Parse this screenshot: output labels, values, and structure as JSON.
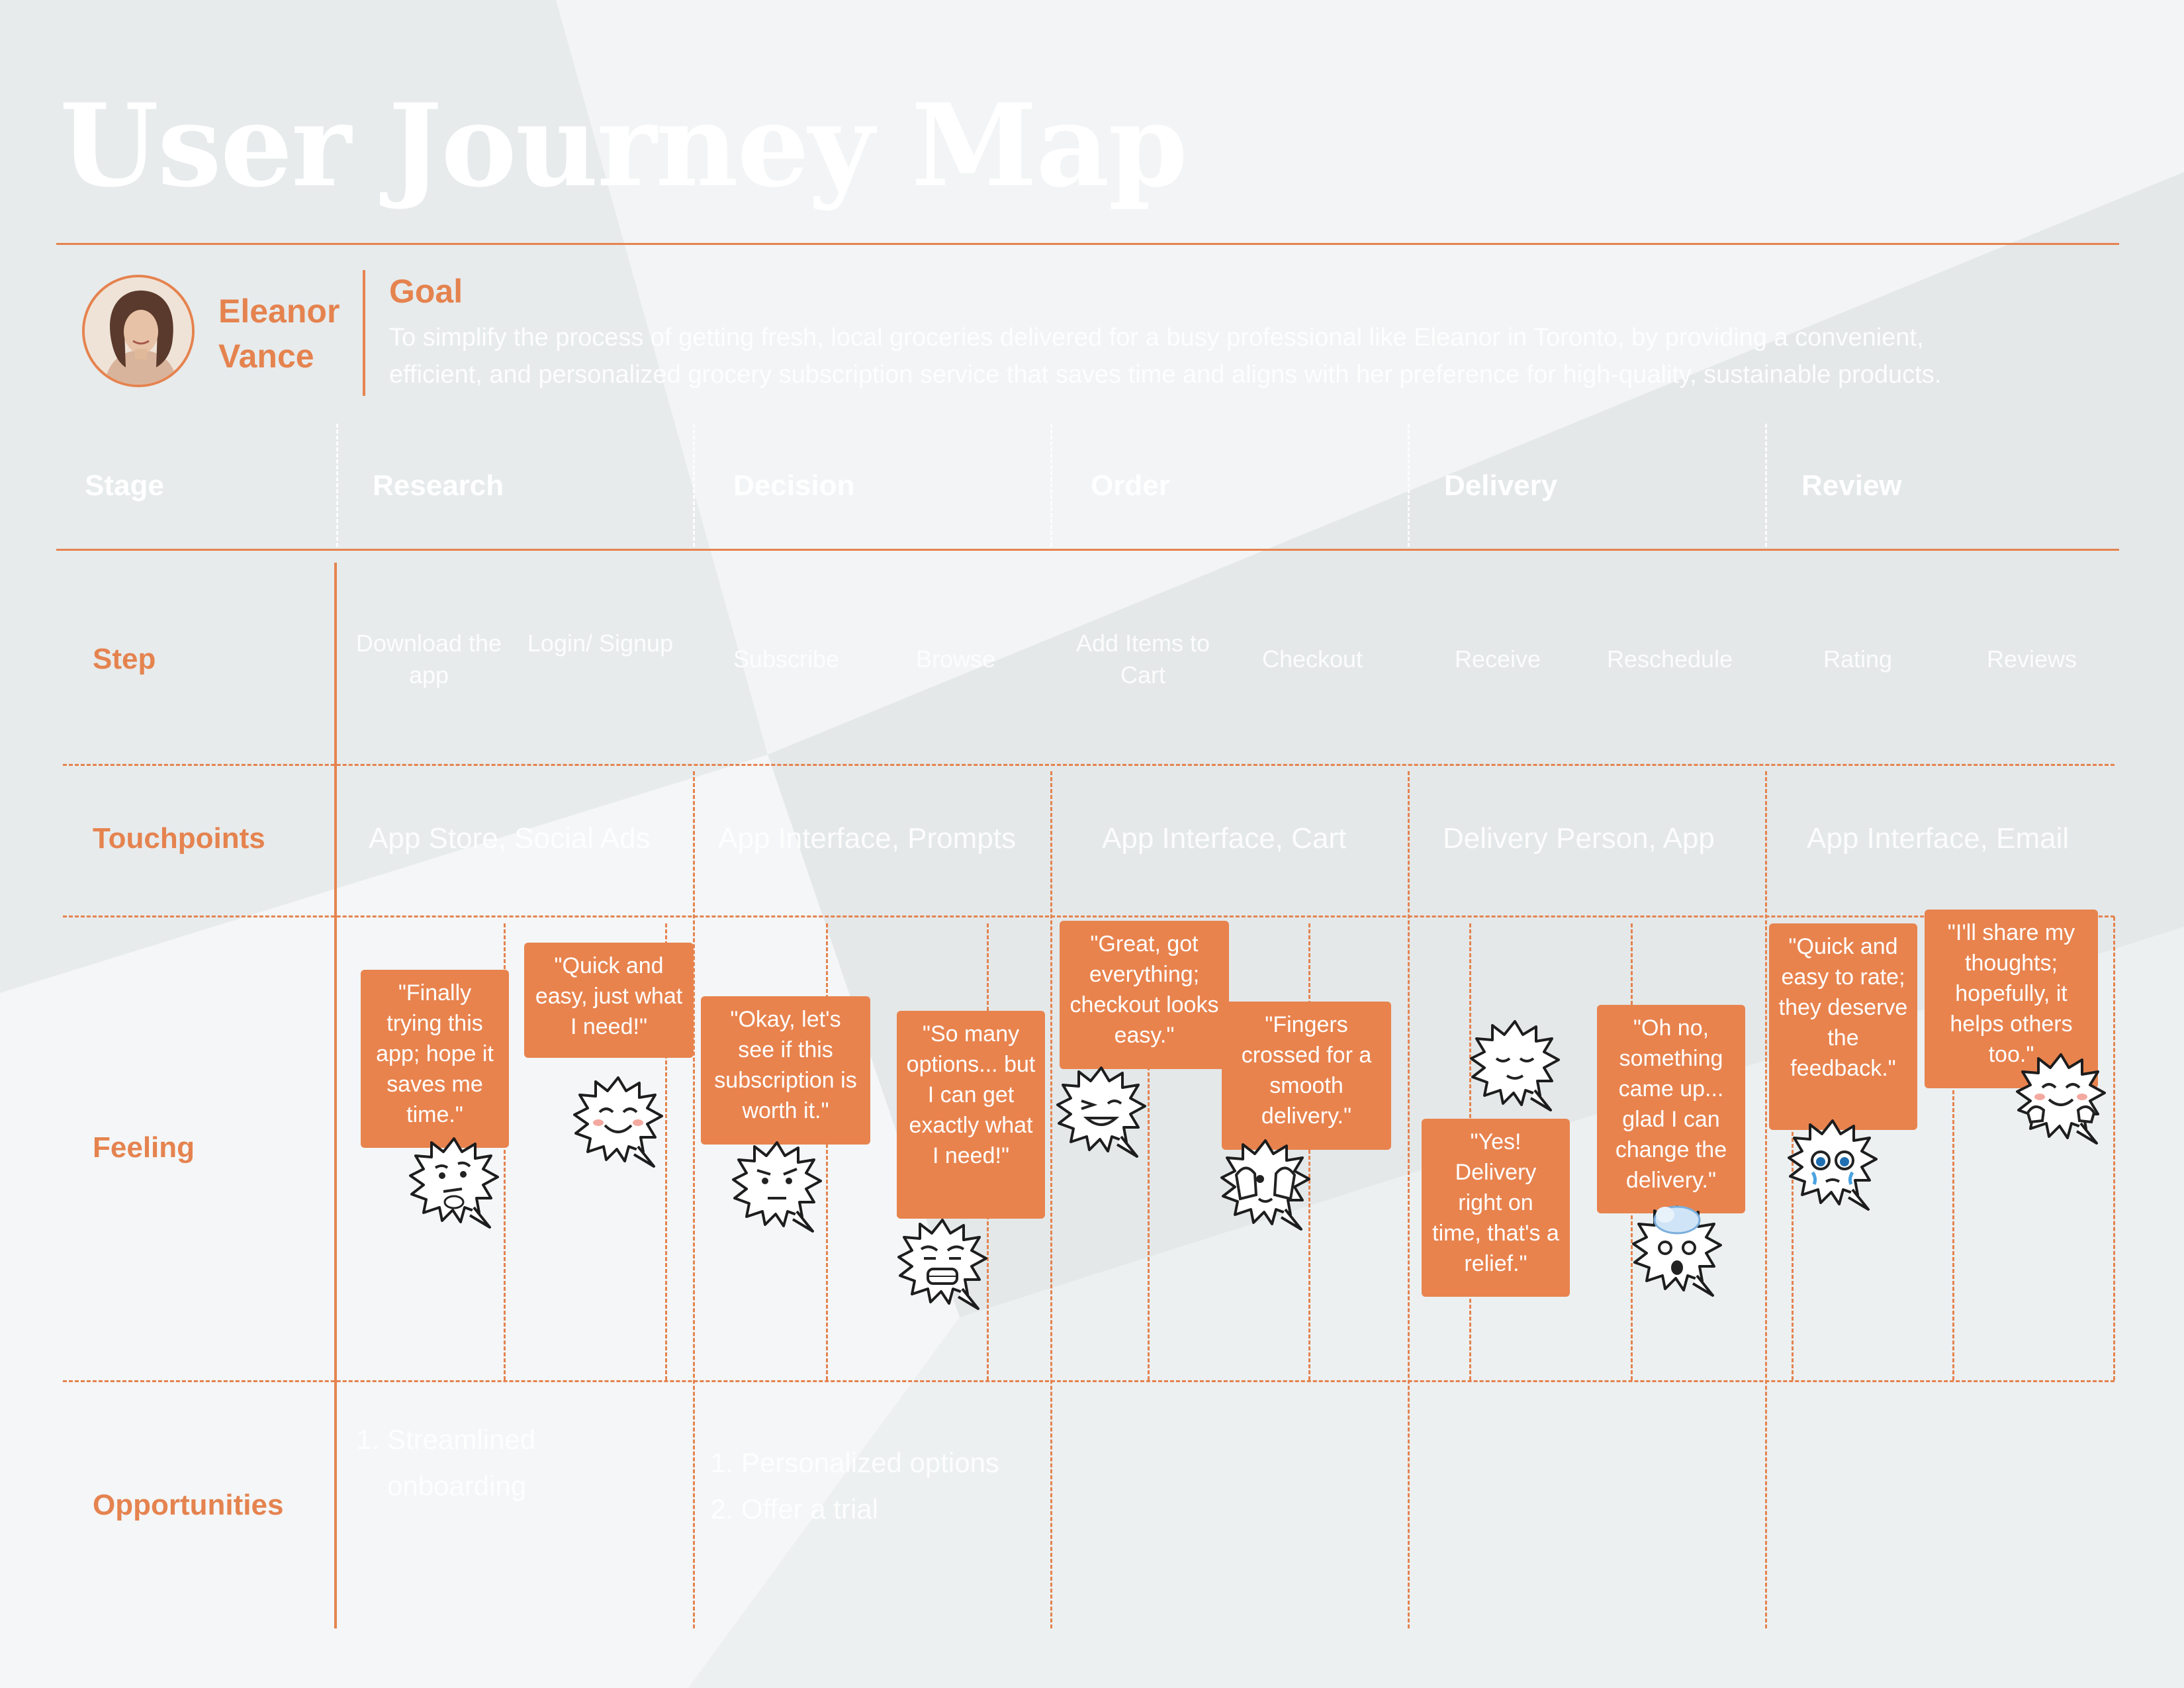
{
  "title": "User Journey Map",
  "persona": {
    "first_name": "Eleanor",
    "last_name": "Vance"
  },
  "goal": {
    "label": "Goal",
    "line1": "To simplify the process of getting fresh, local groceries delivered for a busy professional like Eleanor in Toronto, by providing a convenient,",
    "line2": "efficient, and personalized grocery subscription service that saves time and aligns with her preference for high-quality, sustainable products."
  },
  "row_labels": {
    "stage": "Stage",
    "step": "Step",
    "touchpoints": "Touchpoints",
    "feeling": "Feeling",
    "opportunities": "Opportunities"
  },
  "stages": [
    {
      "name": "Research",
      "touchpoints": "App Store, Social Ads",
      "steps": [
        "Download the app",
        "Login/ Signup"
      ]
    },
    {
      "name": "Decision",
      "touchpoints": "App Interface, Prompts",
      "steps": [
        "Subscribe",
        "Browse"
      ]
    },
    {
      "name": "Order",
      "touchpoints": "App Interface, Cart",
      "steps": [
        "Add Items to Cart",
        "Checkout"
      ]
    },
    {
      "name": "Delivery",
      "touchpoints": "Delivery Person, App",
      "steps": [
        "Receive",
        "Reschedule"
      ]
    },
    {
      "name": "Review",
      "touchpoints": "App Interface, Email",
      "steps": [
        "Rating",
        "Reviews"
      ]
    }
  ],
  "feelings": [
    {
      "quote": "\"Finally trying this app; hope it saves me time.\"",
      "emoji": "thinking-face-icon",
      "level": 0.62
    },
    {
      "quote": "\"Quick and easy, just what I need!\"",
      "emoji": "smiling-face-icon",
      "level": 0.8
    },
    {
      "quote": "\"Okay, let's see if this subscription is worth it.\"",
      "emoji": "skeptical-face-icon",
      "level": 0.58
    },
    {
      "quote": "\"So many options... but I can get exactly what I need!\"",
      "emoji": "anxious-face-icon",
      "level": 0.4
    },
    {
      "quote": "\"Great, got everything; checkout looks easy.\"",
      "emoji": "winking-face-icon",
      "level": 0.85
    },
    {
      "quote": "\"Fingers crossed for a smooth delivery.\"",
      "emoji": "peeking-face-icon",
      "level": 0.55
    },
    {
      "quote": "\"Yes! Delivery right on time, that's a relief.\"",
      "emoji": "relieved-face-icon",
      "level": 0.9
    },
    {
      "quote": "\"Oh no, something came up... glad I can change the delivery.\"",
      "emoji": "exploding-head-icon",
      "level": 0.3
    },
    {
      "quote": "\"Quick and easy to rate; they deserve the feedback.\"",
      "emoji": "pleading-face-icon",
      "level": 0.62
    },
    {
      "quote": "\"I'll share my thoughts; hopefully, it helps others too.\"",
      "emoji": "hugging-face-icon",
      "level": 0.82
    }
  ],
  "opportunities": [
    {
      "items": [
        "Streamlined onboarding"
      ]
    },
    {
      "items": [
        "Personalized options",
        "Offer a trial"
      ]
    },
    {
      "items": []
    },
    {
      "items": []
    },
    {
      "items": []
    }
  ],
  "colors": {
    "accent": "#e5834f",
    "bubble": "#e8834e",
    "background": "#eef1f2"
  }
}
